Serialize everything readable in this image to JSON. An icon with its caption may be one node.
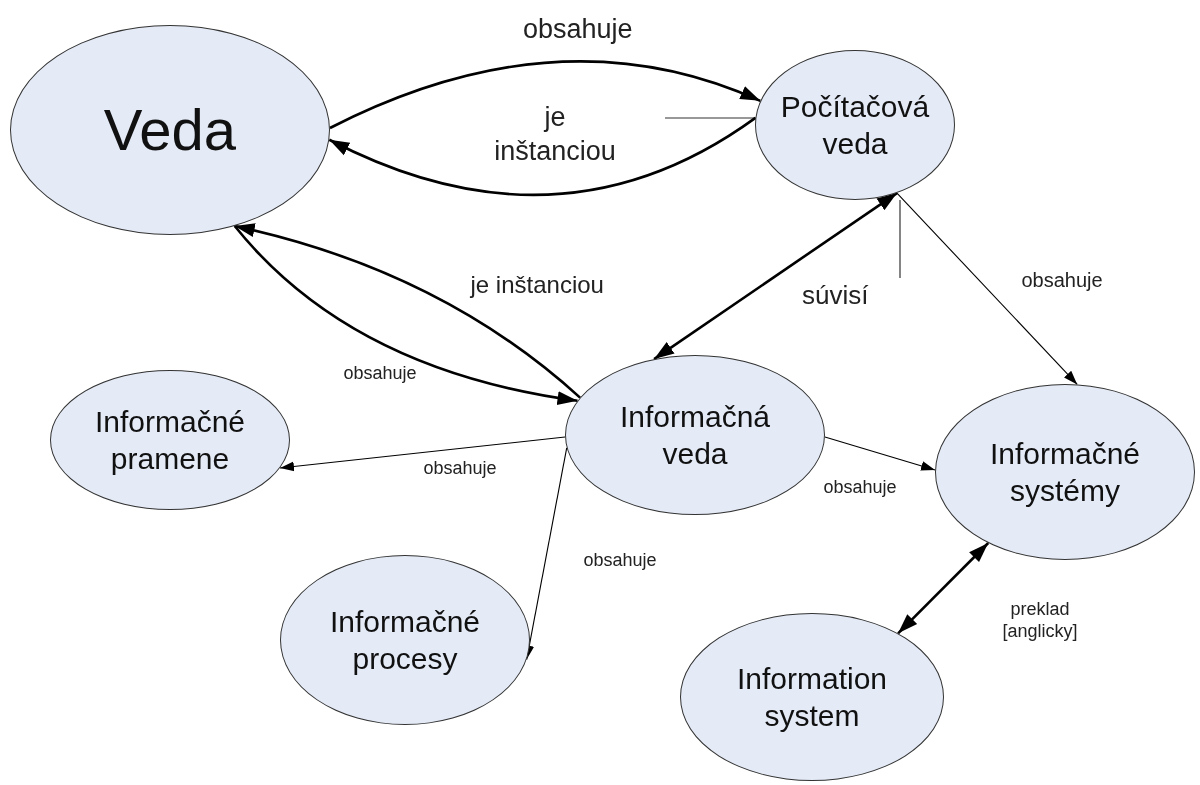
{
  "diagram": {
    "nodes": [
      {
        "text": [
          "Veda"
        ]
      },
      {
        "text": [
          "Počítačová veda"
        ]
      },
      {
        "text": [
          "Informačná veda"
        ]
      },
      {
        "text": [
          "Informačné pramene"
        ]
      },
      {
        "text": [
          "Informačné systémy"
        ]
      },
      {
        "text": [
          "Informačné procesy"
        ]
      },
      {
        "text": [
          "Information system"
        ]
      }
    ],
    "edges": [
      {
        "from": 0,
        "to": 1,
        "arrow": "to",
        "label": "obsahuje"
      },
      {
        "from": 1,
        "to": 0,
        "arrow": "to",
        "label": "je inštanciou"
      },
      {
        "from": 2,
        "to": 0,
        "arrow": "to",
        "label": "je inštanciou"
      },
      {
        "from": 0,
        "to": 2,
        "arrow": "to",
        "label": "obsahuje"
      },
      {
        "from": 1,
        "to": 2,
        "arrow": "both",
        "label": "súvisí"
      },
      {
        "from": 1,
        "to": 4,
        "arrow": "to",
        "label": "obsahuje"
      },
      {
        "from": 2,
        "to": 3,
        "arrow": "to",
        "label": "obsahuje"
      },
      {
        "from": 2,
        "to": 5,
        "arrow": "to",
        "label": "obsahuje"
      },
      {
        "from": 2,
        "to": 4,
        "arrow": "to",
        "label": "obsahuje"
      },
      {
        "from": 4,
        "to": 6,
        "arrow": "both",
        "label": "preklad [anglicky]"
      }
    ]
  }
}
